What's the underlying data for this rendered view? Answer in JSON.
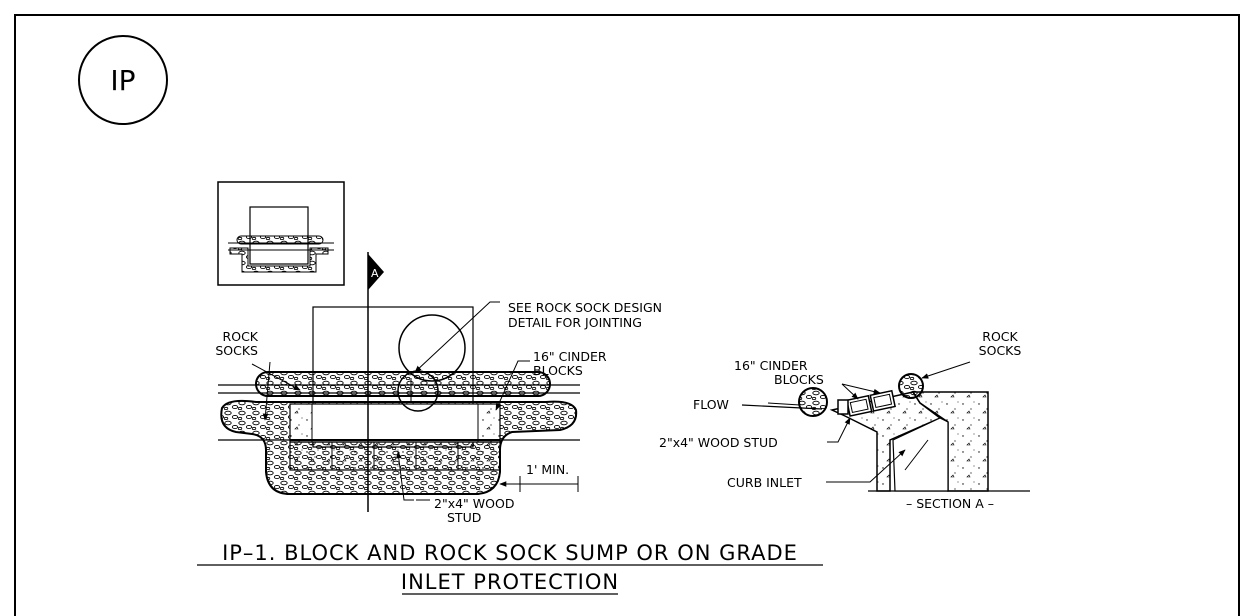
{
  "badge": "IP",
  "labels": {
    "rock_socks_left_1": "ROCK",
    "rock_socks_left_2": "SOCKS",
    "see_design_1": "SEE ROCK SOCK DESIGN",
    "see_design_2": "DETAIL FOR JOINTING",
    "cinder_left_1": "16\" CINDER",
    "cinder_left_2": "BLOCKS",
    "wood_stud_left_1": "2\"x4\" WOOD",
    "wood_stud_left_2": "STUD",
    "min_1ft": "1' MIN.",
    "section_marker": "A",
    "rock_socks_right_1": "ROCK",
    "rock_socks_right_2": "SOCKS",
    "cinder_right_1": "16\" CINDER",
    "cinder_right_2": "BLOCKS",
    "flow": "FLOW",
    "wood_stud_right": "2\"x4\" WOOD STUD",
    "curb_inlet": "CURB INLET",
    "section_a": "– SECTION A –"
  },
  "title": {
    "line1": "IP–1. BLOCK AND ROCK SOCK SUMP OR ON GRADE",
    "line2": "INLET PROTECTION"
  }
}
